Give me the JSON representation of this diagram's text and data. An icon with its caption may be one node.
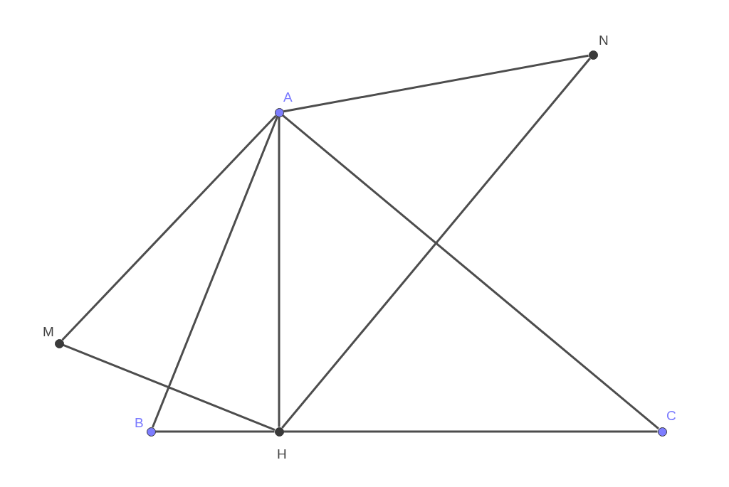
{
  "diagram": {
    "nodes": [
      {
        "text": [
          "N"
        ]
      },
      {
        "text": [
          "A"
        ]
      },
      {
        "text": [
          "M"
        ]
      },
      {
        "text": [
          "B"
        ]
      },
      {
        "text": [
          "H"
        ]
      },
      {
        "text": [
          "C"
        ]
      }
    ],
    "edges": [
      {
        "from": 1,
        "to": 0,
        "arrow": "none"
      },
      {
        "from": 0,
        "to": 4,
        "arrow": "none"
      },
      {
        "from": 1,
        "to": 2,
        "arrow": "none"
      },
      {
        "from": 2,
        "to": 4,
        "arrow": "none"
      },
      {
        "from": 1,
        "to": 3,
        "arrow": "none"
      },
      {
        "from": 1,
        "to": 4,
        "arrow": "none"
      },
      {
        "from": 1,
        "to": 5,
        "arrow": "none"
      },
      {
        "from": 3,
        "to": 4,
        "arrow": "none"
      },
      {
        "from": 4,
        "to": 5,
        "arrow": "none"
      }
    ]
  }
}
